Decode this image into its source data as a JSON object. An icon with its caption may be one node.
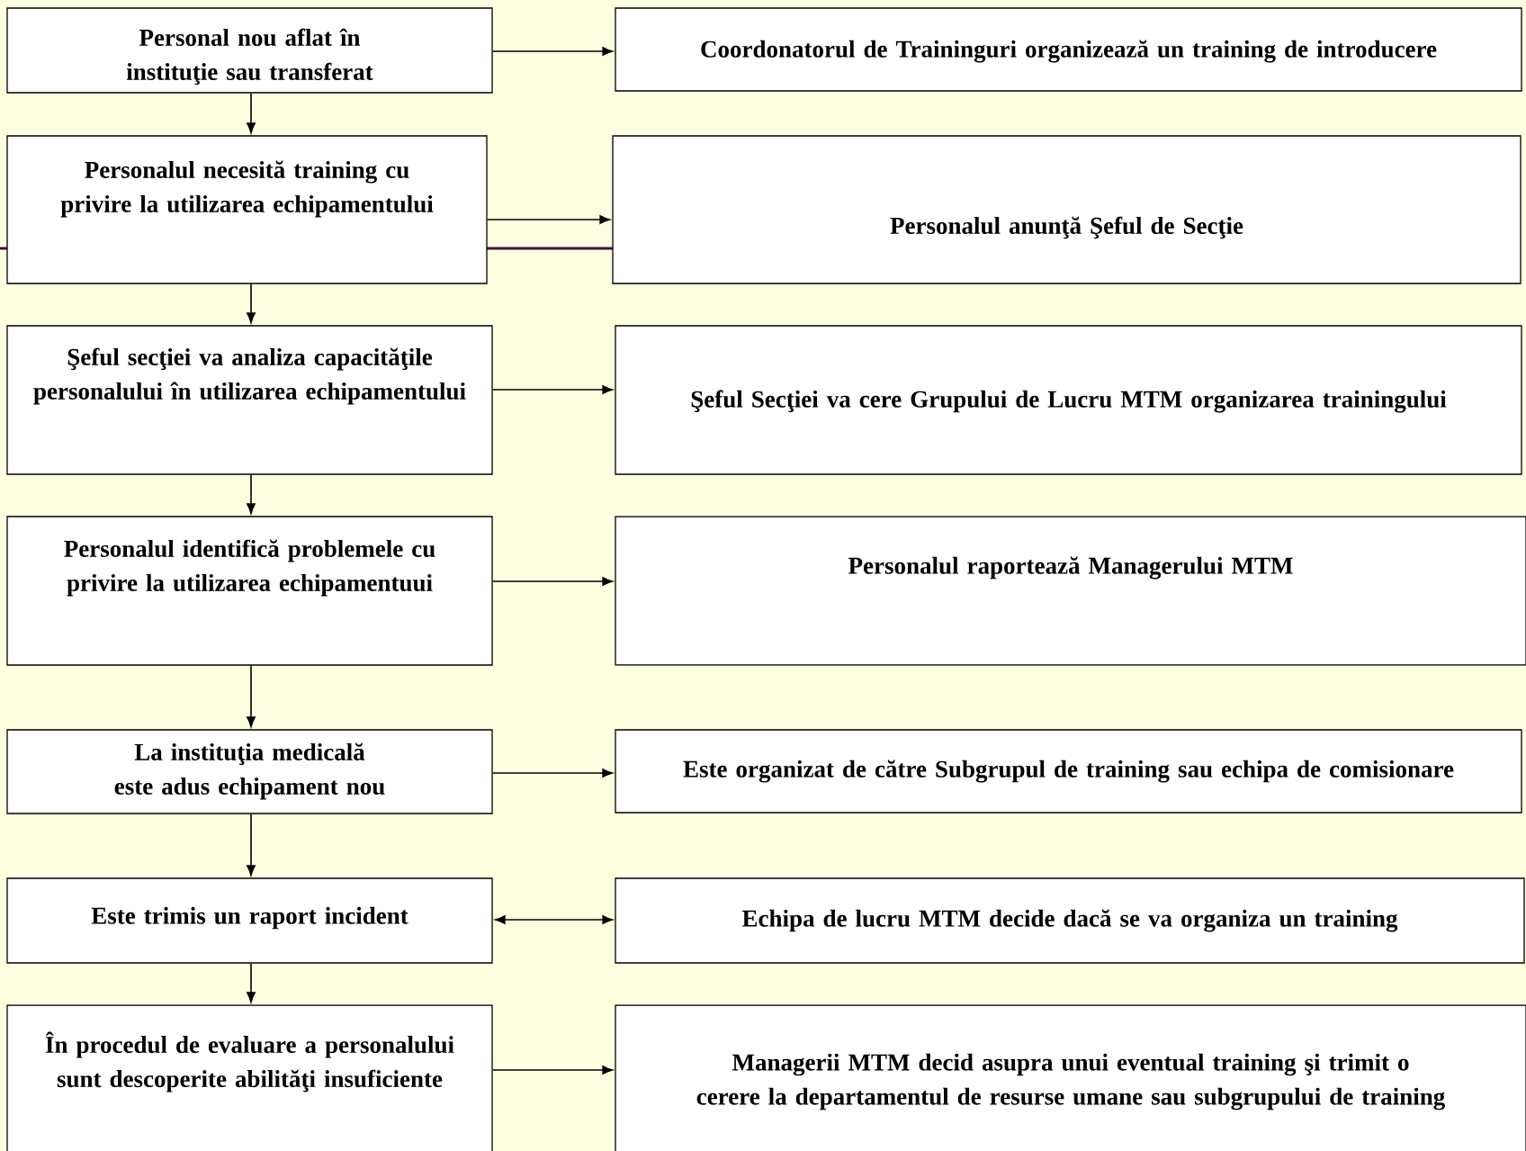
{
  "diagram": {
    "nodes": [
      {
        "text": [
          "Personal nou aflat în instituţie sau transferat"
        ]
      },
      {
        "text": [
          "Coordonatorul de Traininguri organizează un training de introducere"
        ]
      },
      {
        "text": [
          "Personalul  necesită training cu privire la utilizarea echipamentului"
        ]
      },
      {
        "text": [
          "Personalul anunţă Şeful de Secţie"
        ]
      },
      {
        "text": [
          "Şeful secţiei va analiza capacităţile personalului în utilizarea echipamentului"
        ]
      },
      {
        "text": [
          "Şeful Secţiei va cere Grupului de Lucru MTM organizarea trainingului"
        ]
      },
      {
        "text": [
          "Personalul identifică problemele cu privire la utilizarea echipamentuui"
        ]
      },
      {
        "text": [
          "Personalul raportează Managerului MTM"
        ]
      },
      {
        "text": [
          "La instituţia medicală este adus echipament nou"
        ]
      },
      {
        "text": [
          "Este organizat de către Subgrupul de training sau echipa de comisionare"
        ]
      },
      {
        "text": [
          "Este trimis un raport incident"
        ]
      },
      {
        "text": [
          "Echipa de lucru MTM decide dacă se va organiza un training"
        ]
      },
      {
        "text": [
          "În procedul de evaluare a personalului sunt descoperite abilităţi insuficiente"
        ]
      },
      {
        "text": [
          "Managerii MTM decid asupra unui eventual training şi trimit o cerere la departamentul de resurse umane sau subgrupului de training"
        ]
      }
    ],
    "edges": [
      {
        "from": 0,
        "to": 1,
        "arrow": "to"
      },
      {
        "from": 0,
        "to": 2,
        "arrow": "to"
      },
      {
        "from": 2,
        "to": 3,
        "arrow": "to"
      },
      {
        "from": 2,
        "to": 4,
        "arrow": "to"
      },
      {
        "from": 4,
        "to": 5,
        "arrow": "to"
      },
      {
        "from": 4,
        "to": 6,
        "arrow": "to"
      },
      {
        "from": 6,
        "to": 7,
        "arrow": "to"
      },
      {
        "from": 6,
        "to": 8,
        "arrow": "to"
      },
      {
        "from": 8,
        "to": 9,
        "arrow": "to"
      },
      {
        "from": 8,
        "to": 10,
        "arrow": "to"
      },
      {
        "from": 10,
        "to": 11,
        "arrow": "both"
      },
      {
        "from": 10,
        "to": 12,
        "arrow": "to"
      },
      {
        "from": 12,
        "to": 13,
        "arrow": "to"
      }
    ]
  }
}
